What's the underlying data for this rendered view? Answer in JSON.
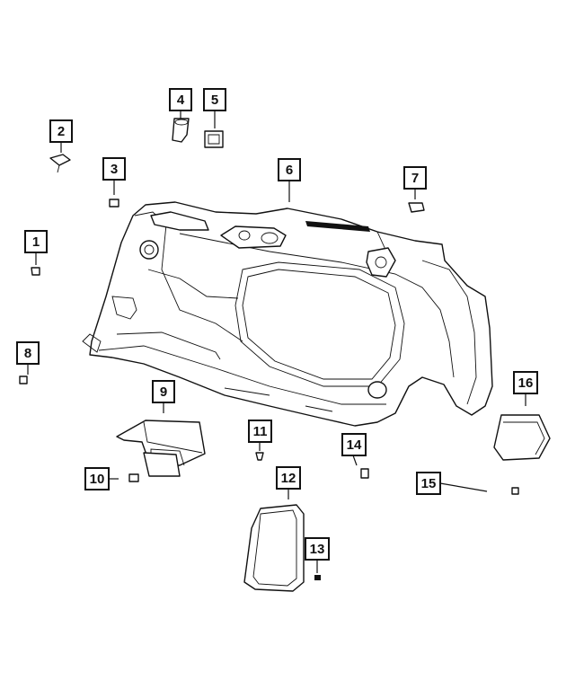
{
  "callouts": [
    {
      "number": "1",
      "part": "fastener"
    },
    {
      "number": "2",
      "part": "clip"
    },
    {
      "number": "3",
      "part": "clip"
    },
    {
      "number": "4",
      "part": "hook"
    },
    {
      "number": "5",
      "part": "cover"
    },
    {
      "number": "6",
      "part": "quarter-trim-panel"
    },
    {
      "number": "7",
      "part": "clip"
    },
    {
      "number": "8",
      "part": "fastener"
    },
    {
      "number": "9",
      "part": "storage-bin"
    },
    {
      "number": "10",
      "part": "clip"
    },
    {
      "number": "11",
      "part": "screw"
    },
    {
      "number": "12",
      "part": "access-cover"
    },
    {
      "number": "13",
      "part": "clip"
    },
    {
      "number": "14",
      "part": "clip"
    },
    {
      "number": "15",
      "part": "clip"
    },
    {
      "number": "16",
      "part": "trim-cover"
    }
  ]
}
